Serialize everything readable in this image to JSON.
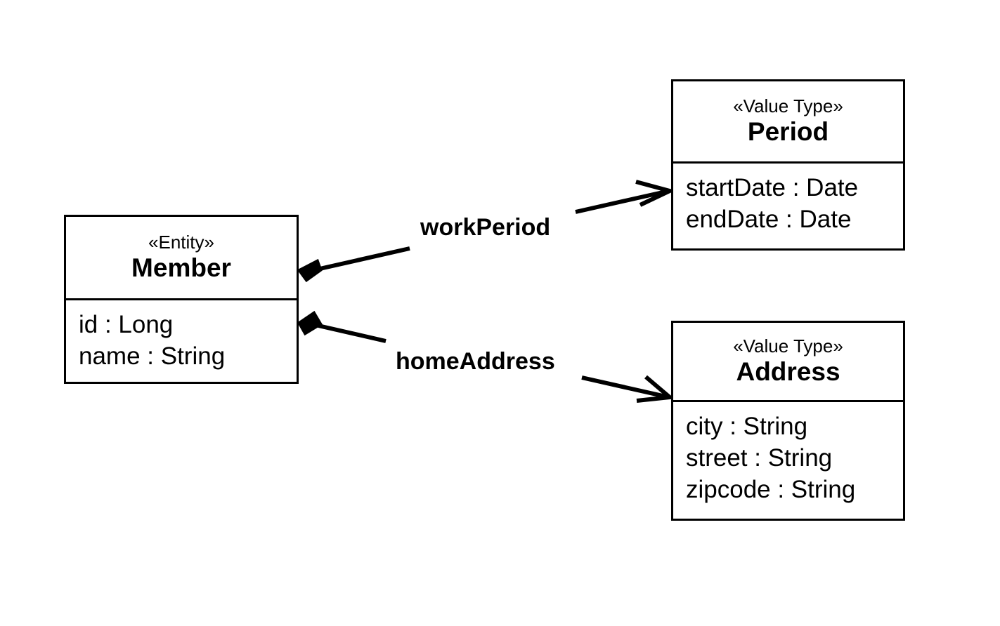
{
  "diagram": {
    "type": "uml-class-diagram",
    "background_color": "#ffffff",
    "line_color": "#000000",
    "classes": [
      {
        "id": "member",
        "stereotype": "«Entity»",
        "name": "Member",
        "attributes": [
          "id : Long",
          "name : String"
        ]
      },
      {
        "id": "period",
        "stereotype": "«Value Type»",
        "name": "Period",
        "attributes": [
          "startDate : Date",
          "endDate : Date"
        ]
      },
      {
        "id": "address",
        "stereotype": "«Value Type»",
        "name": "Address",
        "attributes": [
          "city : String",
          "street : String",
          "zipcode : String"
        ]
      }
    ],
    "associations": [
      {
        "id": "work-period",
        "label": "workPeriod",
        "from": "Member",
        "to": "Period",
        "source_decoration": "filled-diamond",
        "target_decoration": "open-arrow"
      },
      {
        "id": "home-address",
        "label": "homeAddress",
        "from": "Member",
        "to": "Address",
        "source_decoration": "filled-diamond",
        "target_decoration": "open-arrow"
      }
    ]
  }
}
